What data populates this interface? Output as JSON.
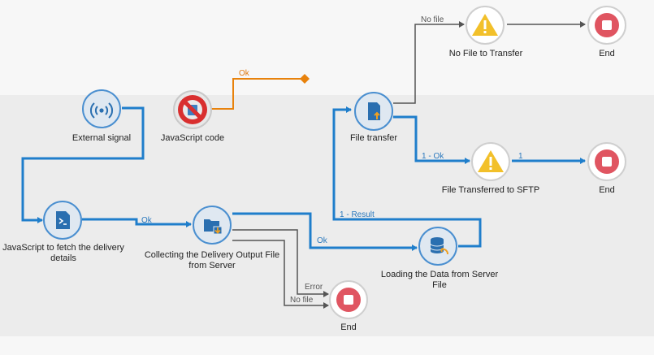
{
  "nodes": {
    "external_signal": "External signal",
    "javascript_code": "JavaScript code",
    "js_fetch": "JavaScript to fetch the delivery details",
    "collecting": "Collecting the Delivery Output File from Server",
    "end_bottom": "End",
    "file_transfer": "File transfer",
    "no_file_to_transfer": "No File to Transfer",
    "end_top": "End",
    "file_transferred_sftp": "File Transferred to SFTP",
    "end_middle": "End",
    "loading_data": "Loading the Data from Server File"
  },
  "edges": {
    "ok_js_to_collect": "Ok",
    "ok_collect_to_loading": "Ok",
    "error": "Error",
    "no_file_bottom": "No file",
    "no_file_top": "No file",
    "one_ok": "1 - Ok",
    "one": "1",
    "one_result": "1 - Result",
    "ok_orange": "Ok"
  },
  "colors": {
    "wire_blue": "#1f7ecb",
    "wire_grey": "#555555",
    "wire_orange": "#e8820c",
    "node_blue_border": "#4a8fd0",
    "warning_yellow": "#f2c02a",
    "stop_red": "#e05561",
    "forbidden_red": "#d92f2f"
  },
  "icons": {
    "external_signal": "signal-wave-icon",
    "javascript_code": "forbidden-icon",
    "js_fetch": "script-file-icon",
    "collecting": "folder-download-icon",
    "file_transfer": "file-upload-icon",
    "warning": "warning-triangle-icon",
    "end": "stop-icon",
    "loading_data": "database-load-icon"
  }
}
